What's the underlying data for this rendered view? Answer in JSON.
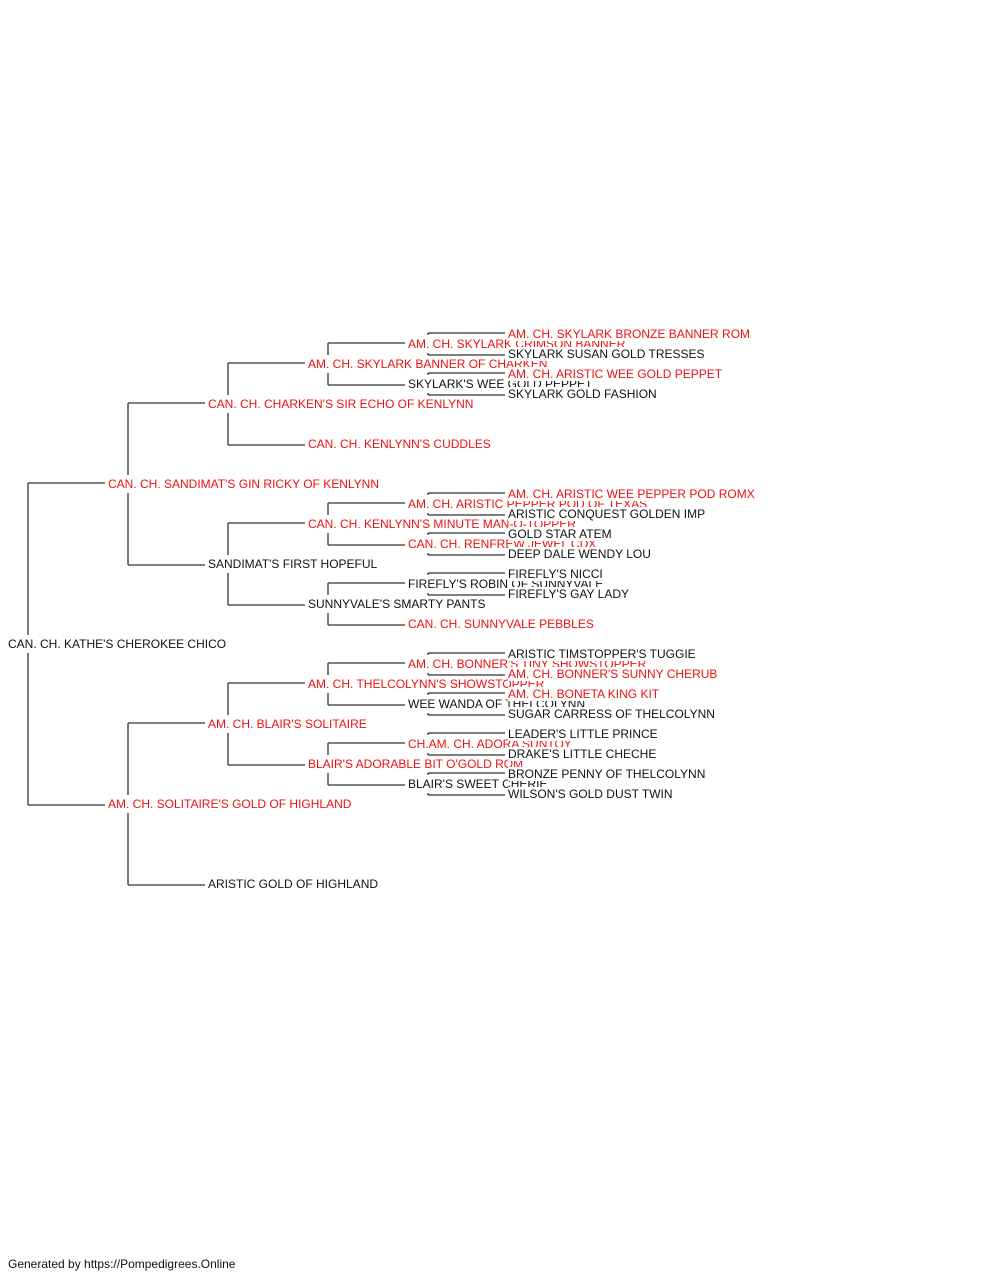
{
  "colors": {
    "champion": "#ee1111",
    "regular": "#111111",
    "line": "#333333"
  },
  "tree": {
    "name": "CAN. CH. KATHE'S CHEROKEE CHICO",
    "champion": false,
    "sire": {
      "name": "CAN. CH. SANDIMAT'S GIN RICKY OF KENLYNN",
      "champion": true,
      "sire": {
        "name": "CAN. CH. CHARKEN'S SIR ECHO OF KENLYNN",
        "champion": true,
        "sire": {
          "name": "AM. CH. SKYLARK BANNER OF CHARKEN",
          "champion": true,
          "sire": {
            "name": "AM. CH. SKYLARK CRIMSON BANNER",
            "champion": true,
            "sire": {
              "name": "AM. CH. SKYLARK BRONZE BANNER ROM",
              "champion": true
            },
            "dam": {
              "name": "SKYLARK SUSAN GOLD TRESSES",
              "champion": false
            }
          },
          "dam": {
            "name": "SKYLARK'S WEE GOLD PEPPET",
            "champion": false,
            "sire": {
              "name": "AM. CH. ARISTIC WEE GOLD PEPPET",
              "champion": true
            },
            "dam": {
              "name": "SKYLARK GOLD FASHION",
              "champion": false
            }
          }
        },
        "dam": {
          "name": "CAN. CH. KENLYNN'S CUDDLES",
          "champion": true
        }
      },
      "dam": {
        "name": "SANDIMAT'S FIRST HOPEFUL",
        "champion": false,
        "sire": {
          "name": "CAN. CH. KENLYNN'S MINUTE MAN-O-TOPPER",
          "champion": true,
          "sire": {
            "name": "AM. CH. ARISTIC PEPPER POD OF TEXAS",
            "champion": true,
            "sire": {
              "name": "AM. CH. ARISTIC WEE PEPPER POD ROMX",
              "champion": true
            },
            "dam": {
              "name": "ARISTIC CONQUEST GOLDEN IMP",
              "champion": false
            }
          },
          "dam": {
            "name": "CAN. CH. RENFREW JEWEL CDX",
            "champion": true,
            "sire": {
              "name": "GOLD STAR ATEM",
              "champion": false
            },
            "dam": {
              "name": "DEEP DALE WENDY LOU",
              "champion": false
            }
          }
        },
        "dam": {
          "name": "SUNNYVALE'S SMARTY PANTS",
          "champion": false,
          "sire": {
            "name": "FIREFLY'S ROBIN OF SUNNYVALE",
            "champion": false,
            "sire": {
              "name": "FIREFLY'S NICCI",
              "champion": false
            },
            "dam": {
              "name": "FIREFLY'S GAY LADY",
              "champion": false
            }
          },
          "dam": {
            "name": "CAN. CH. SUNNYVALE PEBBLES",
            "champion": true
          }
        }
      }
    },
    "dam": {
      "name": "AM. CH. SOLITAIRE'S GOLD OF HIGHLAND",
      "champion": true,
      "sire": {
        "name": "AM. CH. BLAIR'S SOLITAIRE",
        "champion": true,
        "sire": {
          "name": "AM. CH. THELCOLYNN'S SHOWSTOPPER",
          "champion": true,
          "sire": {
            "name": "AM. CH. BONNER'S TINY SHOWSTOPPER",
            "champion": true,
            "sire": {
              "name": "ARISTIC TIMSTOPPER'S TUGGIE",
              "champion": false
            },
            "dam": {
              "name": "AM. CH. BONNER'S SUNNY CHERUB",
              "champion": true
            }
          },
          "dam": {
            "name": "WEE WANDA OF THELCOLYNN",
            "champion": false,
            "sire": {
              "name": "AM. CH. BONETA KING KIT",
              "champion": true
            },
            "dam": {
              "name": "SUGAR CARRESS OF THELCOLYNN",
              "champion": false
            }
          }
        },
        "dam": {
          "name": "BLAIR'S ADORABLE BIT O'GOLD ROM",
          "champion": true,
          "sire": {
            "name": "CH.AM. CH. ADORA SUNTOY",
            "champion": true,
            "sire": {
              "name": "LEADER'S LITTLE PRINCE",
              "champion": false
            },
            "dam": {
              "name": "DRAKE'S LITTLE CHECHE",
              "champion": false
            }
          },
          "dam": {
            "name": "BLAIR'S SWEET CHERIE",
            "champion": false,
            "sire": {
              "name": "BRONZE PENNY OF THELCOLYNN",
              "champion": false
            },
            "dam": {
              "name": "WILSON'S GOLD DUST TWIN",
              "champion": false
            }
          }
        }
      },
      "dam": {
        "name": "ARISTIC GOLD OF HIGHLAND",
        "champion": false
      }
    }
  },
  "footer": {
    "text": "Generated by https://Pompedigrees.Online"
  }
}
